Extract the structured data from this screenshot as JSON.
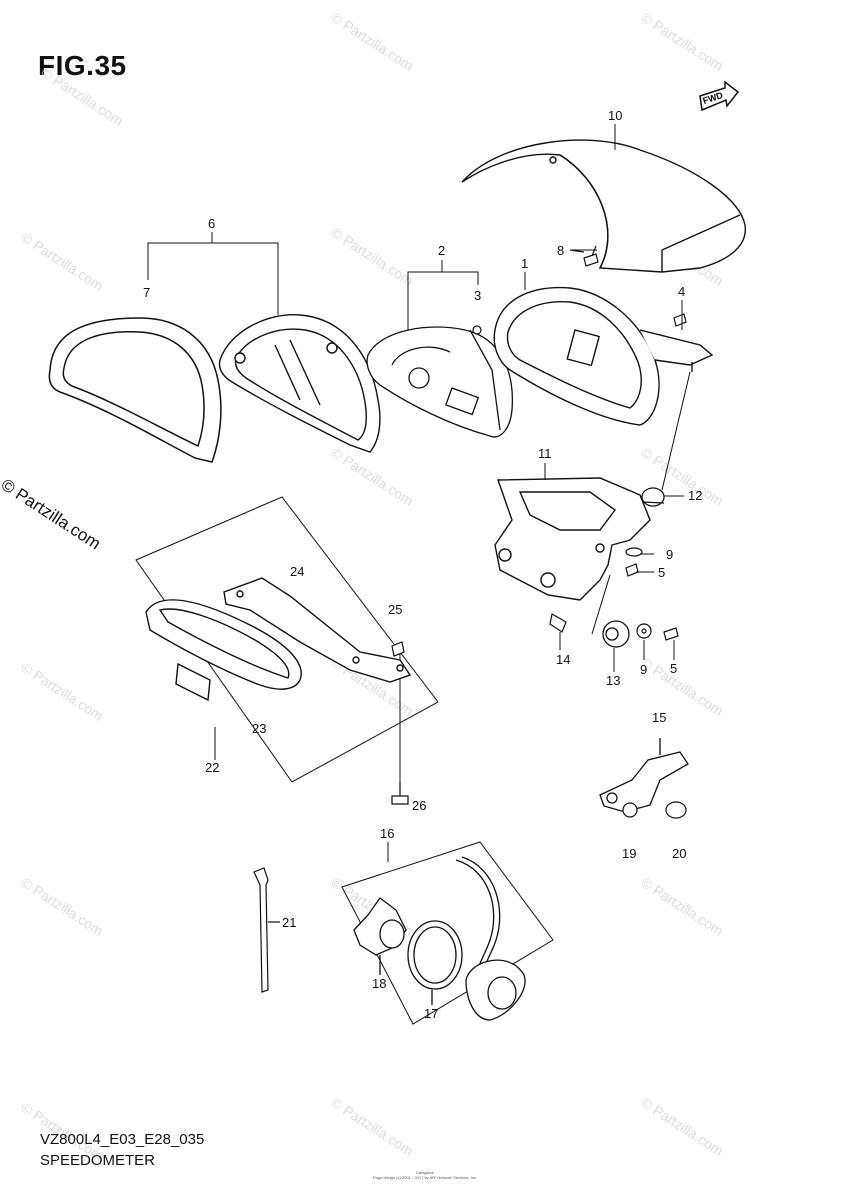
{
  "figure": {
    "title": "FIG.35",
    "diagram_code": "VZ800L4_E03_E28_035",
    "section_name": "SPEEDOMETER",
    "watermark": "© Partzilla.com",
    "fineprint_line1": "Dataglock",
    "fineprint_line2": "Page design (c) 2001 - 2017 by ARI Network Services, Inc.",
    "fwd_arrow_label": "FWD"
  },
  "callouts": {
    "c1": "1",
    "c2": "2",
    "c3": "3",
    "c4": "4",
    "c5a": "5",
    "c5b": "5",
    "c6": "6",
    "c7": "7",
    "c8": "8",
    "c9a": "9",
    "c9b": "9",
    "c10": "10",
    "c11": "11",
    "c12": "12",
    "c13": "13",
    "c14": "14",
    "c15": "15",
    "c16": "16",
    "c17": "17",
    "c18": "18",
    "c19": "19",
    "c20": "20",
    "c21": "21",
    "c22": "22",
    "c23": "23",
    "c24": "24",
    "c25": "25",
    "c26": "26"
  }
}
